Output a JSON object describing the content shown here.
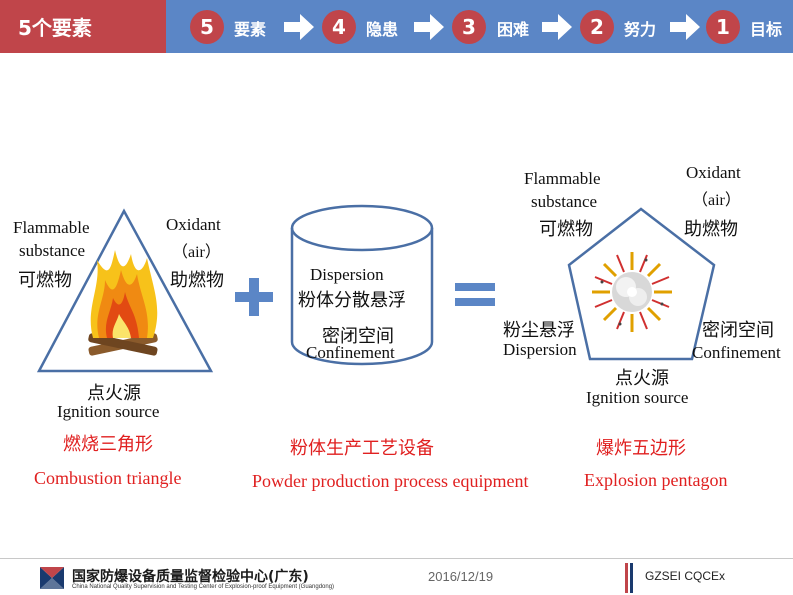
{
  "header": {
    "title": "5个要素",
    "steps": [
      {
        "num": "5",
        "label": "要素"
      },
      {
        "num": "4",
        "label": "隐患"
      },
      {
        "num": "3",
        "label": "困难"
      },
      {
        "num": "2",
        "label": "努力"
      },
      {
        "num": "1",
        "label": "目标"
      }
    ]
  },
  "triangle": {
    "left_en": [
      "Flammable",
      "substance"
    ],
    "left_zh": "可燃物",
    "right_en": "Oxidant",
    "right_en2": "（air）",
    "right_zh": "助燃物",
    "bottom_zh": "点火源",
    "bottom_en": "Ignition source",
    "caption_zh": "燃烧三角形",
    "caption_en": "Combustion triangle"
  },
  "cylinder": {
    "top_en": "Dispersion",
    "top_zh": "粉体分散悬浮",
    "mid_zh": "密闭空间",
    "bottom_en": "Confinement",
    "caption_zh": "粉体生产工艺设备",
    "caption_en": "Powder production process equipment"
  },
  "pentagon": {
    "topleft_en": [
      "Flammable",
      "substance"
    ],
    "topleft_zh": "可燃物",
    "topright_en": "Oxidant",
    "topright_en2": "（air）",
    "topright_zh": "助燃物",
    "left_zh": "粉尘悬浮",
    "left_en": "Dispersion",
    "right_zh": "密闭空间",
    "right_en": "Confinement",
    "bottom_zh": "点火源",
    "bottom_en": "Ignition source",
    "caption_zh": "爆炸五边形",
    "caption_en": "Explosion pentagon"
  },
  "footer": {
    "org_zh": "国家防爆设备质量监督检验中心(广东)",
    "org_en": "China National Quality Supervision and Testing Center of Explosion-proof Equipment (Guangdong)",
    "date": "2016/12/19",
    "code": "GZSEI CQCEx"
  },
  "colors": {
    "header_red": "#c0454a",
    "header_blue": "#5b86c6",
    "caption_red": "#e02020",
    "shape_blue": "#4a6fa5",
    "plus_blue": "#5b86c6"
  },
  "icons": {
    "operators": [
      "plus-icon",
      "equals-icon"
    ],
    "images": [
      "fire-icon",
      "explosion-icon"
    ],
    "logo": "gzsei-logo-icon"
  }
}
